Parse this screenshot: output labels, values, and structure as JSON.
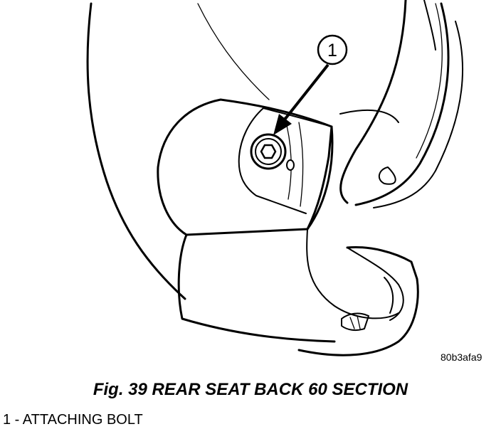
{
  "figure": {
    "callout_number": "1",
    "image_code": "80b3afa9"
  },
  "caption": "Fig. 39 REAR SEAT BACK 60 SECTION",
  "legend": [
    {
      "text": "1 - ATTACHING BOLT"
    }
  ]
}
